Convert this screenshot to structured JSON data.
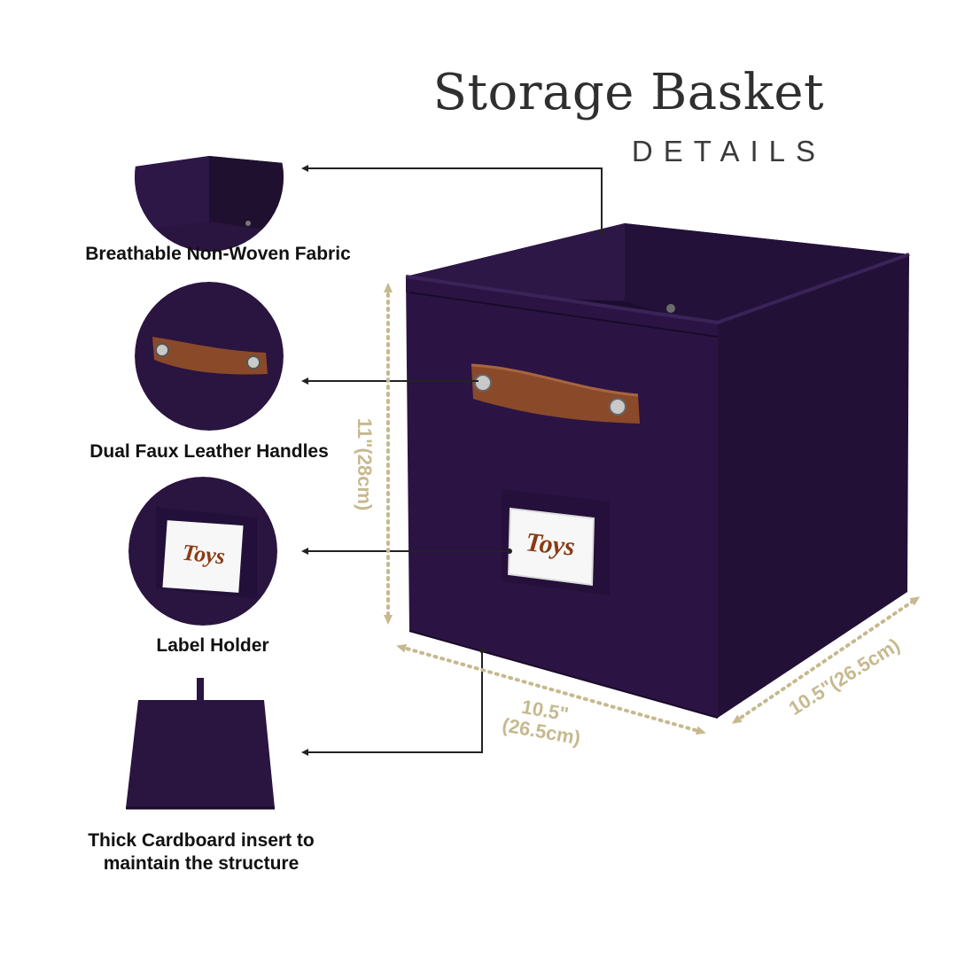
{
  "header": {
    "title": "Storage Basket",
    "subtitle": "DETAILS"
  },
  "features": [
    {
      "label": "Breathable Non-Woven Fabric"
    },
    {
      "label": "Dual Faux Leather Handles"
    },
    {
      "label": "Label Holder"
    },
    {
      "label_line1": "Thick Cardboard insert to",
      "label_line2": "maintain the structure"
    }
  ],
  "product": {
    "label_text": "Toys",
    "fabric_color": "#2a1440",
    "handle_color": "#8a4a2a"
  },
  "dimensions": {
    "height": "11\"(28cm)",
    "width_line1": "10.5\"",
    "width_line2": "(26.5cm)",
    "depth": "10.5\"(26.5cm)"
  },
  "colors": {
    "dimension": "#c7b98f",
    "pointer": "#222222"
  }
}
